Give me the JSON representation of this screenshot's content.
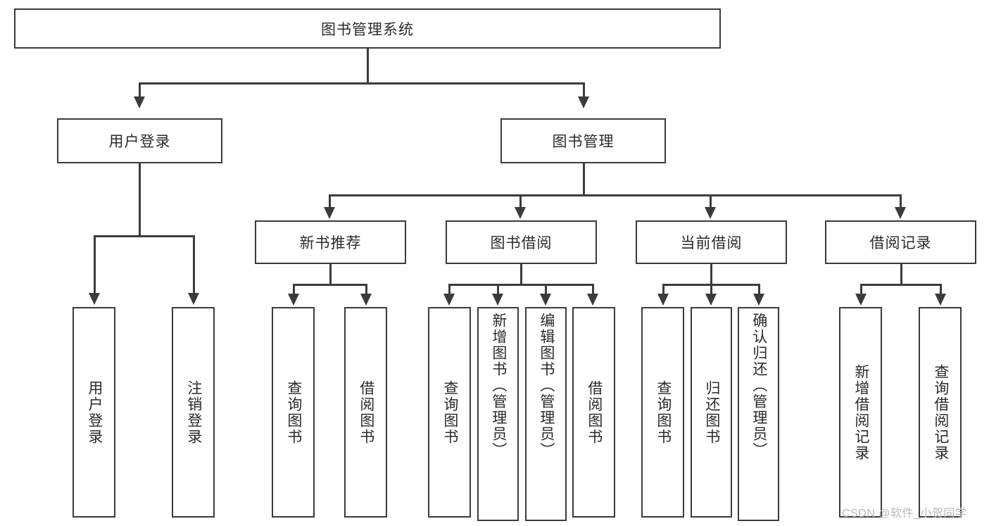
{
  "diagram": {
    "type": "tree",
    "title": "图书管理系统",
    "root": {
      "label": "图书管理系统"
    },
    "level1": [
      {
        "label": "用户登录"
      },
      {
        "label": "图书管理"
      }
    ],
    "level2": [
      {
        "label": "新书推荐",
        "parent": "图书管理"
      },
      {
        "label": "图书借阅",
        "parent": "图书管理"
      },
      {
        "label": "当前借阅",
        "parent": "图书管理"
      },
      {
        "label": "借阅记录",
        "parent": "图书管理"
      }
    ],
    "leaves": {
      "user_login": [
        {
          "label": "用户登录"
        },
        {
          "label": "注销登录"
        }
      ],
      "new_book": [
        {
          "label": "查询图书"
        },
        {
          "label": "借阅图书"
        }
      ],
      "borrow_book": [
        {
          "label": "查询图书"
        },
        {
          "label": "新增图书（管理员）"
        },
        {
          "label": "编辑图书（管理员）"
        },
        {
          "label": "借阅图书"
        }
      ],
      "current_borrow": [
        {
          "label": "查询图书"
        },
        {
          "label": "归还图书"
        },
        {
          "label": "确认归还（管理员）"
        }
      ],
      "borrow_record": [
        {
          "label": "新增借阅记录"
        },
        {
          "label": "查询借阅记录"
        }
      ]
    }
  },
  "watermark": {
    "text": "CSDN @软件_小贺同学"
  },
  "colors": {
    "border": "#3b3b3b",
    "background": "#ffffff",
    "text": "#2a2a2a",
    "watermark": "#b9b9b9"
  }
}
